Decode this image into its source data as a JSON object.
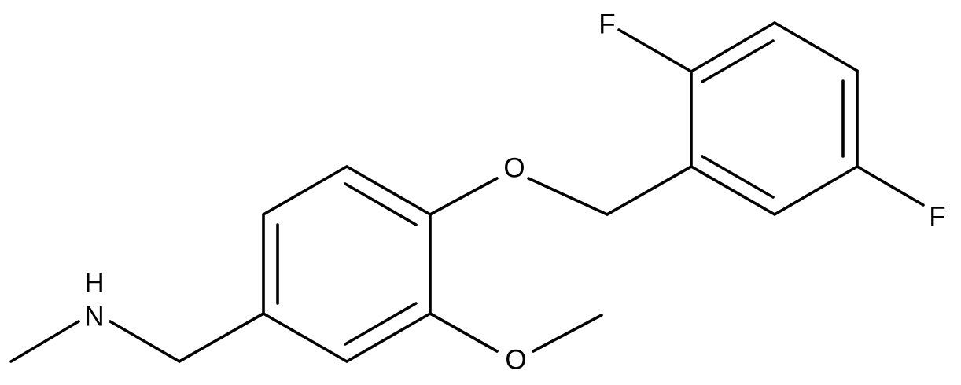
{
  "atoms": {
    "fluorine_top": "F",
    "fluorine_right": "F",
    "ether_oxygen": "O",
    "methoxy_oxygen": "O",
    "amine_nitrogen": "N",
    "amine_hydrogen": "H"
  },
  "colors": {
    "bond": "#000000",
    "label": "#000000",
    "background": "#ffffff"
  }
}
